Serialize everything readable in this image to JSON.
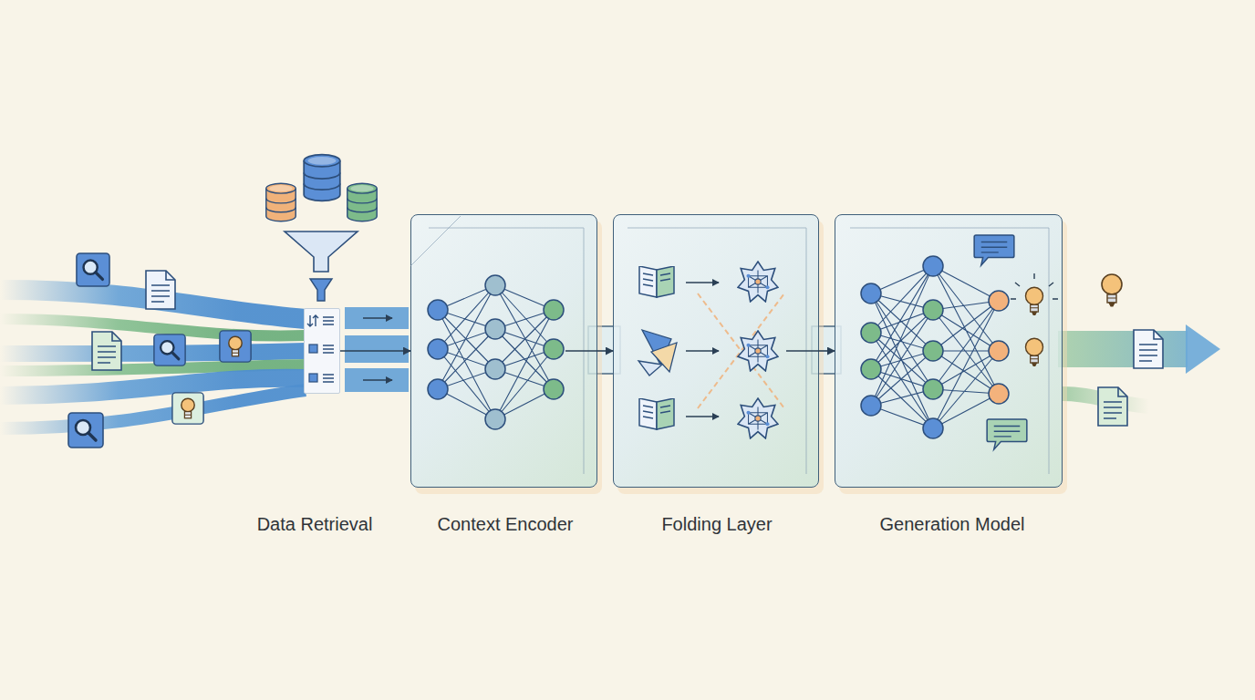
{
  "diagram": {
    "nodes": [
      {
        "text": [
          "Data Retrieval"
        ]
      },
      {
        "text": [
          "Context Encoder"
        ]
      },
      {
        "text": [
          "Folding Layer"
        ]
      },
      {
        "text": [
          "Generation Model"
        ]
      }
    ],
    "edges": [
      {
        "from": 0,
        "to": 1,
        "arrow": "to"
      },
      {
        "from": 1,
        "to": 2,
        "arrow": "to"
      },
      {
        "from": 2,
        "to": 3,
        "arrow": "to"
      }
    ]
  }
}
